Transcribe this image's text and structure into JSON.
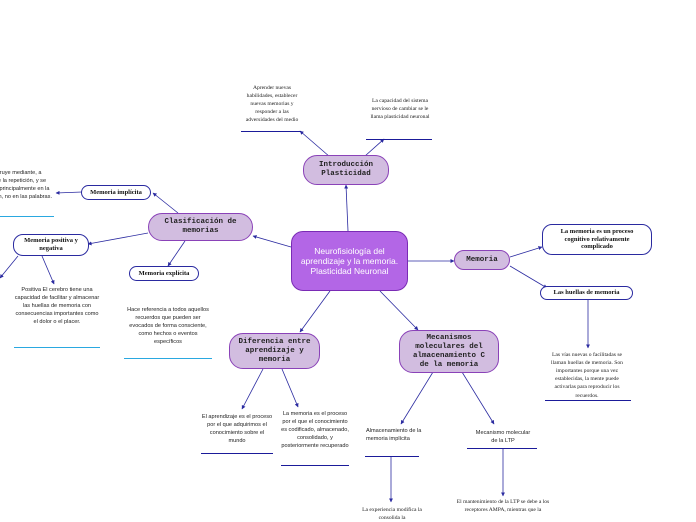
{
  "center": {
    "label": "Neurofisiología del aprendizaje y la memoria. Plasticidad Neuronal"
  },
  "introduccion": {
    "label": "Introducción Plasticidad",
    "notes": [
      "Aprender nuevas habilidades, establecer nuevas memorias y responder a las adversidades del medio",
      "La capacidad del sistema nervioso de cambiar se le llama plasticidad neuronal"
    ]
  },
  "clasificacion": {
    "label": "Clasificación de memorias",
    "implicita": {
      "label": "Memoria implícita",
      "note": "Se construye mediante, a través de la repetición, y se expresa principalmente en la ejecución, no en las palabras."
    },
    "positiva_negativa": {
      "label": "Memoria positiva y negativa",
      "note": "Positiva El cerebro tiene una capacidad de facilitar y almacenar las huellas de memoria con consecuencias importantes como el dolor o el placer."
    },
    "explicita": {
      "label": "Memoria explícita",
      "note": "Hace referencia a todos aquellos recuerdos que pueden ser evocados de forma consciente, como hechos o eventos específicos"
    }
  },
  "memoria": {
    "label": "Memoria",
    "proceso": {
      "label": "La memoria es un proceso cognitivo relativamente complicado"
    },
    "huellas": {
      "label": "Las huellas de memoria",
      "note": "Las vías nuevas o facilitadas se llaman huellas de memoria. Son importantes porque una vez establecidas, la mente puede activarlas para reproducir los recuerdos."
    }
  },
  "diferencia": {
    "label": "Diferencia entre aprendizaje y memoria",
    "notes": [
      "El aprendizaje es el proceso por el que adquirimos el conocimiento sobre el mundo",
      "La memoria es el proceso por el que el conocimiento es codificado, almacenado, consolidado, y posteriormente recuperado"
    ]
  },
  "mecanismos": {
    "label": "Mecanismos moleculares del almacenamiento C de la memoria",
    "almacenamiento": {
      "label": "Almacenamiento de la memoria implícita",
      "note": "La experiencia modifica la consolida la"
    },
    "ltp": {
      "label": "Mecanismo molecular de la LTP",
      "note": "El mantenimiento de la LTP se debe a los receptores AMPA, mientras que la"
    }
  },
  "colors": {
    "center_fill": "#b366e6",
    "main_fill": "#d2bde0",
    "main_border": "#8a42b8",
    "edge": "#2a2aa0",
    "underline_blue": "#1b1b9a",
    "underline_cyan": "#2aa8e0"
  }
}
